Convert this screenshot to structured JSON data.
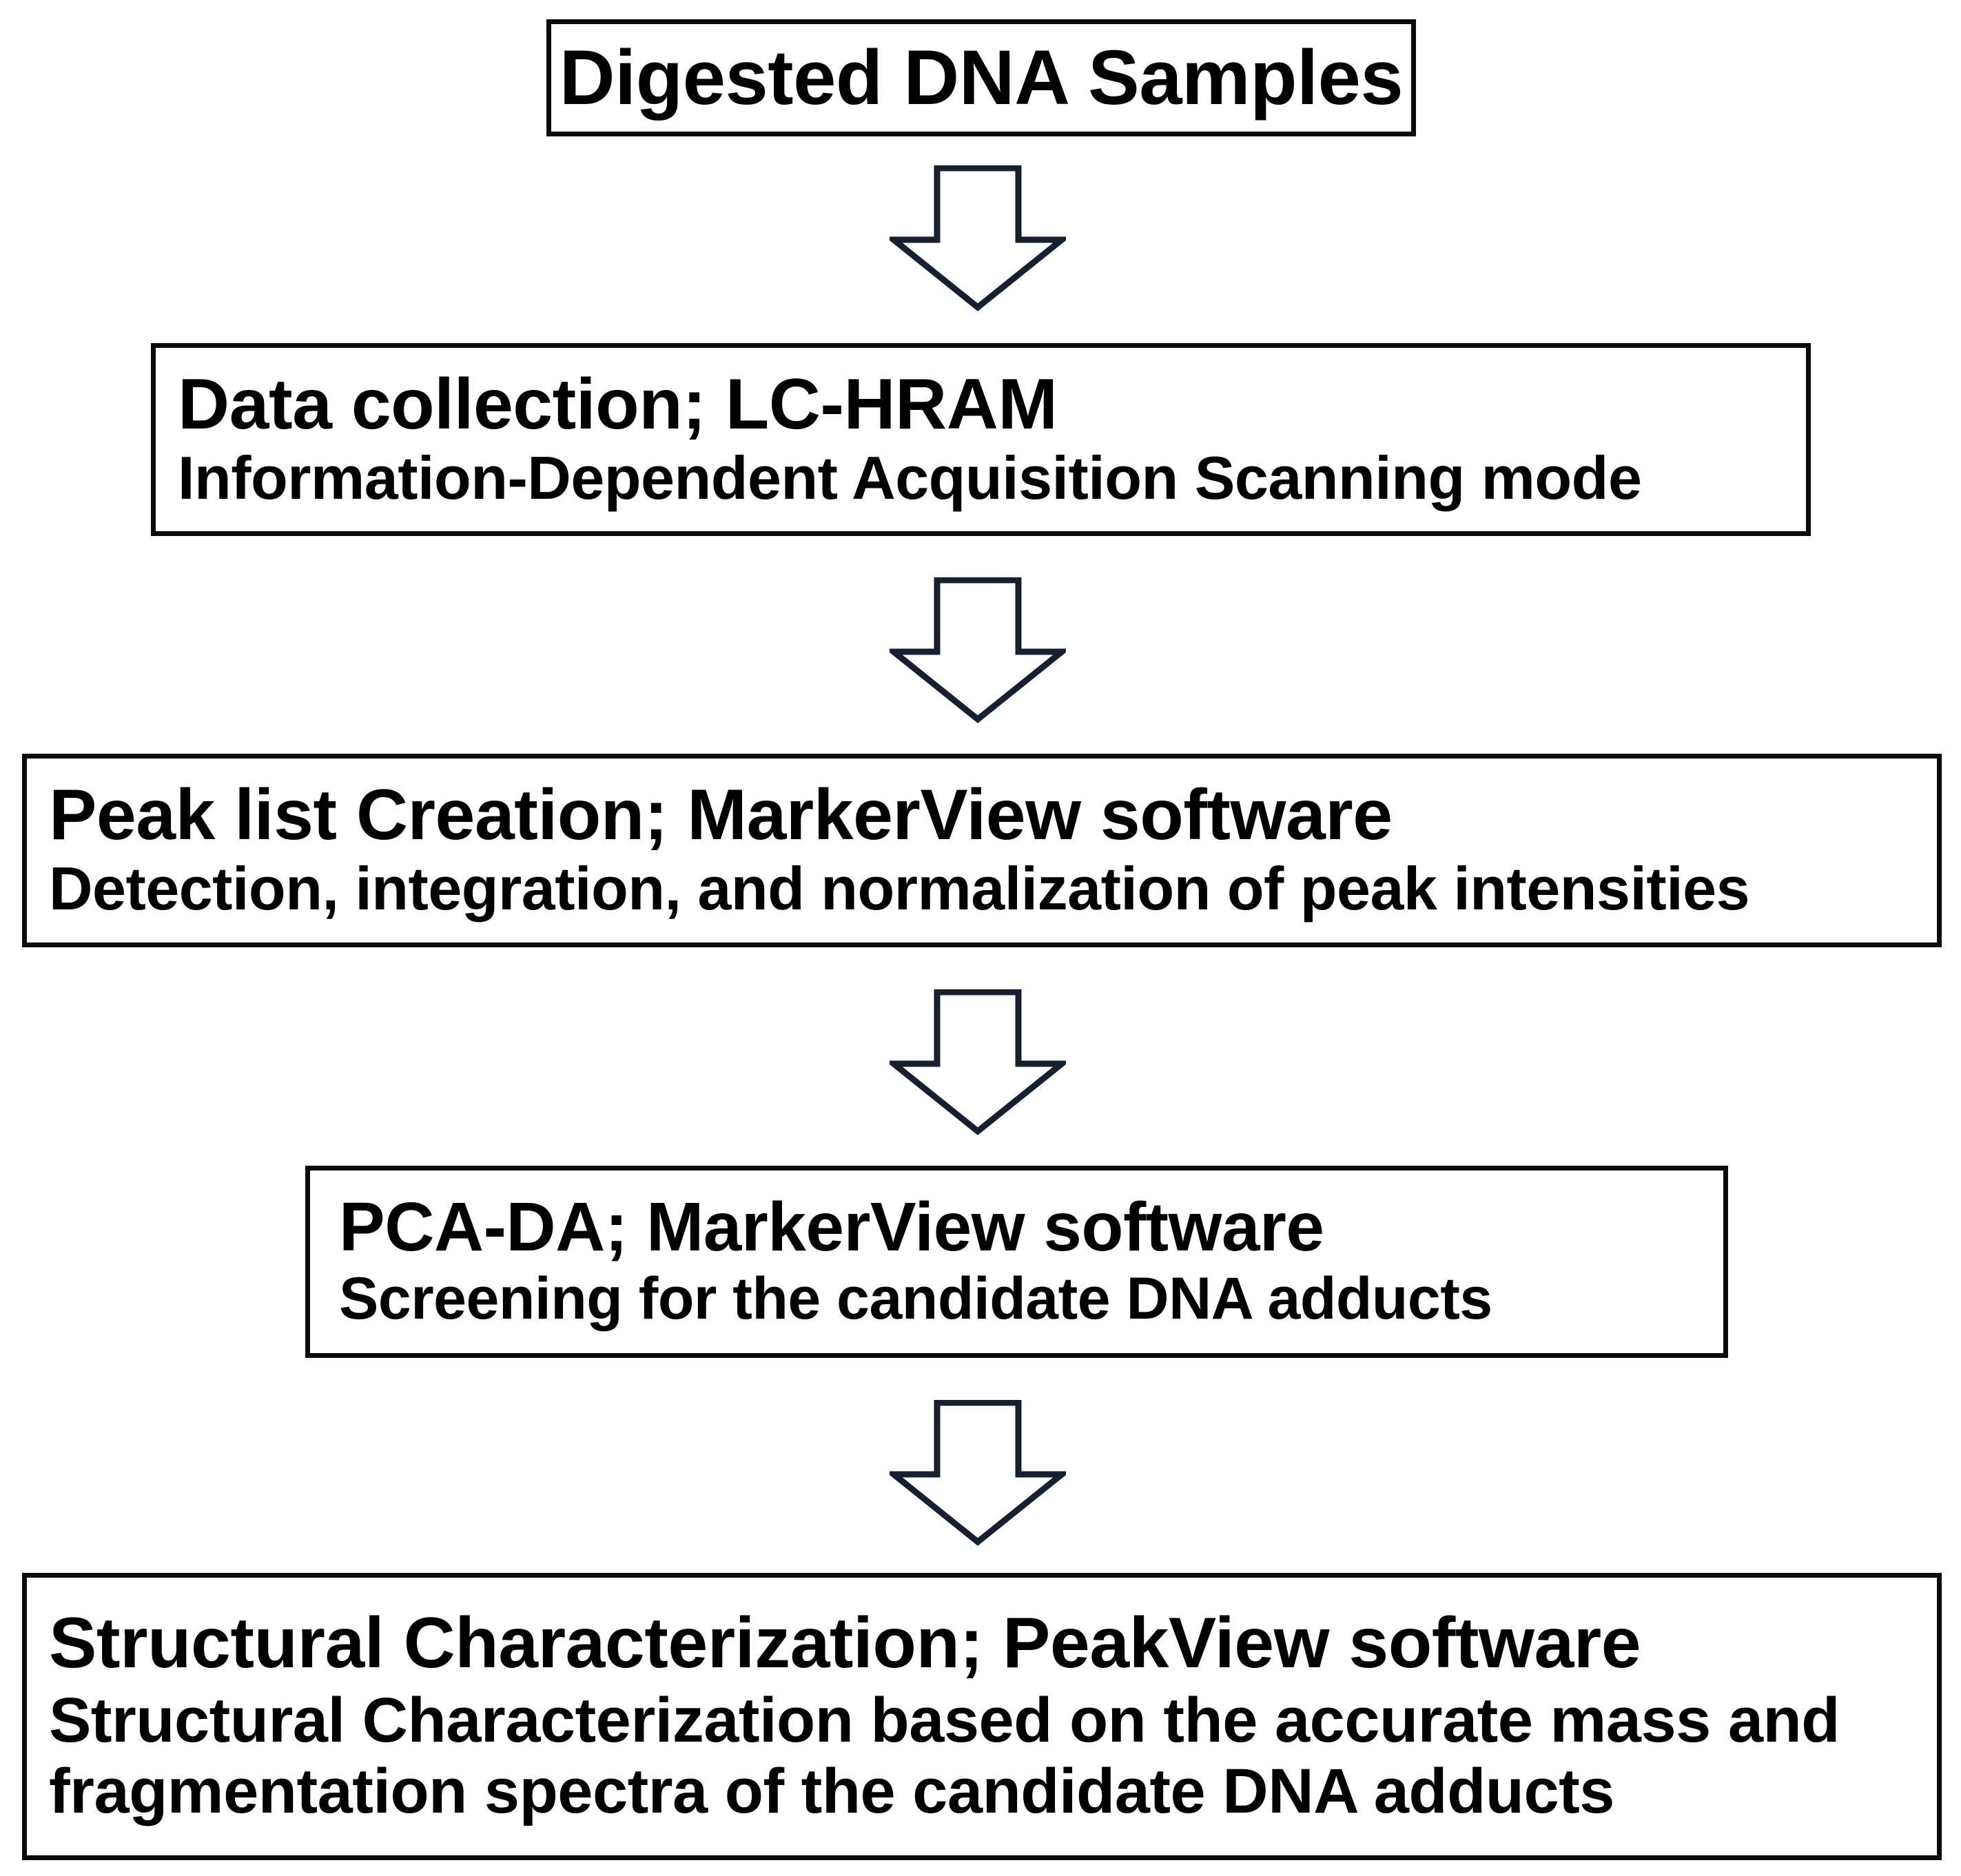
{
  "diagram": {
    "title": "DNA adduct analysis workflow",
    "background_color": "#ffffff",
    "box_border_color": "#0b0b0b",
    "arrow_outline_color": "#16202e",
    "arrow_fill_color": "#ffffff",
    "text_color": "#000000"
  },
  "nodes": [
    {
      "id": "digested-dna-samples",
      "title": "Digested DNA Samples",
      "subtitle": ""
    },
    {
      "id": "data-collection",
      "title": "Data collection; LC-HRAM",
      "subtitle": "Information-Dependent Acquisition Scanning mode"
    },
    {
      "id": "peak-list-creation",
      "title": "Peak list Creation; MarkerView software",
      "subtitle": "Detection, integration, and normalization of peak intensities"
    },
    {
      "id": "pca-da",
      "title": "PCA-DA; MarkerView software",
      "subtitle": "Screening for the candidate DNA adducts"
    },
    {
      "id": "structural-characterization",
      "title": "Structural Characterization; PeakView software",
      "subtitle": "Structural Characterization based on the accurate mass and fragmentation spectra of the candidate DNA adducts"
    }
  ],
  "arrows": [
    {
      "id": "arrow-1",
      "from": "digested-dna-samples",
      "to": "data-collection",
      "direction": "down"
    },
    {
      "id": "arrow-2",
      "from": "data-collection",
      "to": "peak-list-creation",
      "direction": "down"
    },
    {
      "id": "arrow-3",
      "from": "peak-list-creation",
      "to": "pca-da",
      "direction": "down"
    },
    {
      "id": "arrow-4",
      "from": "pca-da",
      "to": "structural-characterization",
      "direction": "down"
    }
  ]
}
